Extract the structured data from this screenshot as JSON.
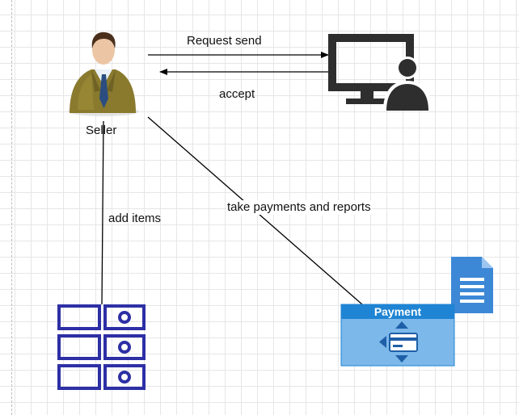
{
  "edges": {
    "request_send": "Request send",
    "accept": "accept",
    "add_items": "add items",
    "take_payments": "take payments and reports"
  },
  "nodes": {
    "seller": "Seller",
    "payment": "Payment"
  },
  "icons": {
    "seller": "businessman-icon",
    "buyer": "computer-user-icon",
    "inventory": "item-list-icon",
    "payment": "payment-card-icon",
    "report": "document-icon"
  },
  "colors": {
    "payment_header": "#1f84d3",
    "payment_body": "#7cb8ea",
    "document": "#3d88d6",
    "inventory": "#2d2fa5",
    "computer": "#2e2e2e"
  }
}
